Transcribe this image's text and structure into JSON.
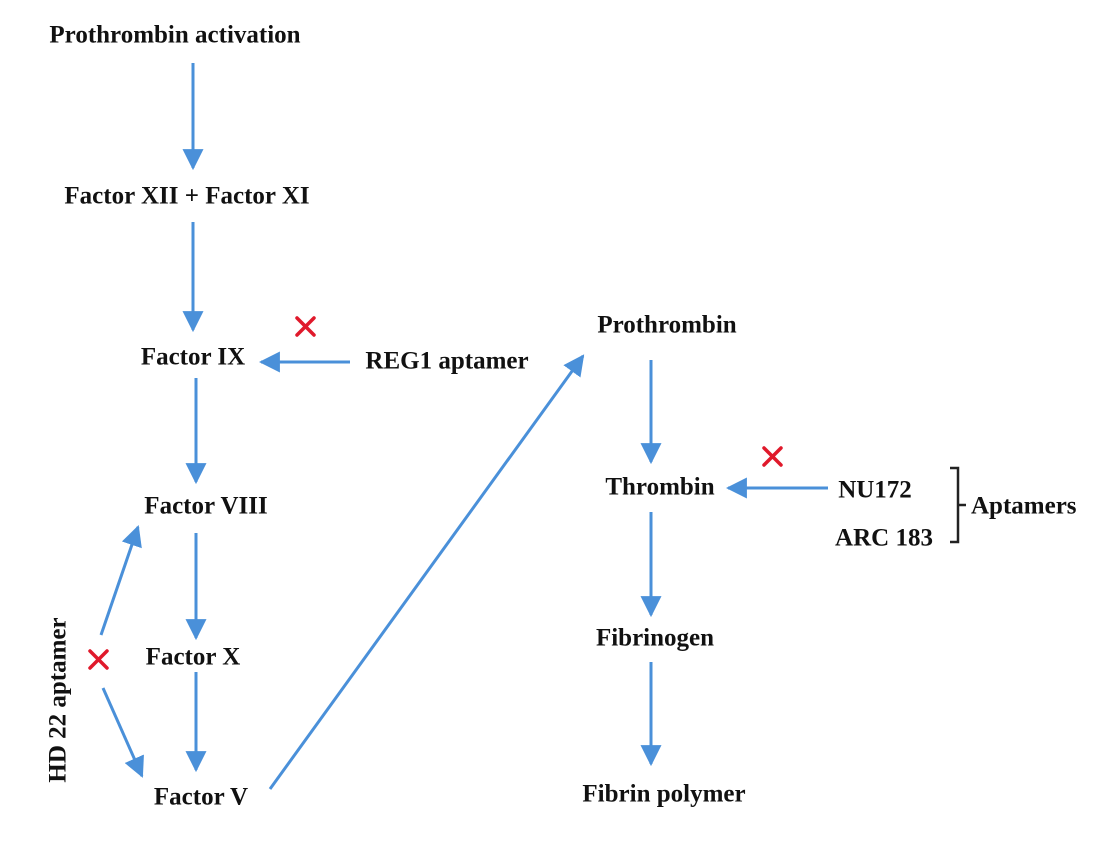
{
  "nodes": {
    "prothrombin_activation": "Prothrombin activation",
    "factor_xii_xi": "Factor XII + Factor XI",
    "factor_ix": "Factor IX",
    "reg1_aptamer": "REG1 aptamer",
    "factor_viii": "Factor VIII",
    "factor_x": "Factor X",
    "factor_v": "Factor V",
    "hd22_aptamer": "HD 22 aptamer",
    "prothrombin": "Prothrombin",
    "thrombin": "Thrombin",
    "nu172": "NU172",
    "arc183": "ARC 183",
    "aptamers": "Aptamers",
    "fibrinogen": "Fibrinogen",
    "fibrin_polymer": "Fibrin polymer"
  },
  "colors": {
    "arrow": "#4a90d9",
    "inhibit": "#e0192b",
    "text": "#111111"
  }
}
